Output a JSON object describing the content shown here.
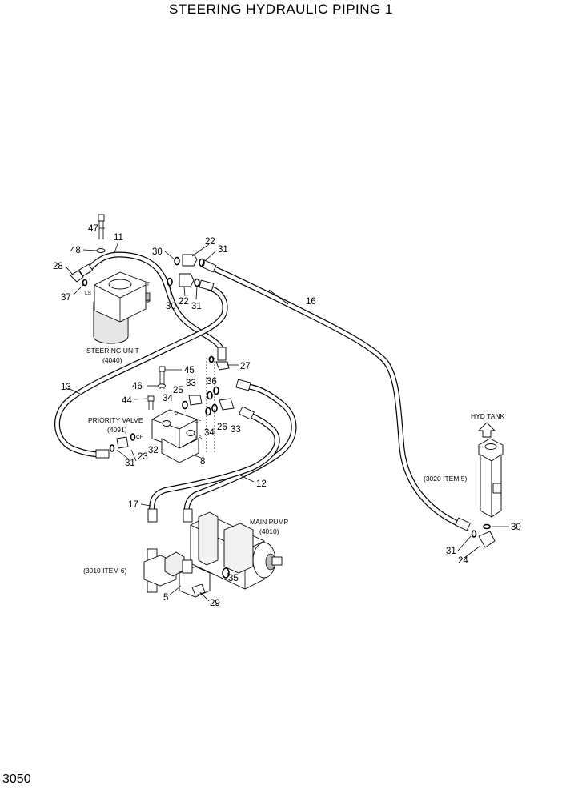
{
  "title": "STEERING HYDRAULIC PIPING 1",
  "page_number": "3050",
  "components": {
    "steering_unit": {
      "name": "STEERING UNIT",
      "code": "(4040)",
      "ports": [
        "LS",
        "T",
        "P"
      ]
    },
    "priority_valve": {
      "name": "PRIORITY VALVE",
      "code": "(4091)",
      "ports": [
        "CF",
        "P",
        "EF",
        "LS"
      ]
    },
    "main_pump": {
      "name": "MAIN PUMP",
      "code": "(4010)"
    },
    "hyd_tank": {
      "name": "HYD TANK",
      "ref": "(3020  ITEM 5)"
    },
    "ref_3010": "(3010 ITEM 6)"
  },
  "callouts": {
    "c47": "47",
    "c48": "48",
    "c11": "11",
    "c28": "28",
    "c37": "37",
    "c30a": "30",
    "c22a": "22",
    "c31a": "31",
    "c30b": "30",
    "c22b": "22",
    "c31b": "31",
    "c16": "16",
    "c13": "13",
    "c45": "45",
    "c46": "46",
    "c44": "44",
    "c36": "36",
    "c27": "27",
    "c33a": "33",
    "c25": "25",
    "c34a": "34",
    "c26": "26",
    "c33b": "33",
    "c34b": "34",
    "c23": "23",
    "c31c": "31",
    "c32": "32",
    "c8": "8",
    "c12": "12",
    "c17": "17",
    "c5": "5",
    "c29": "29",
    "c35": "35",
    "c30c": "30",
    "c31d": "31",
    "c24": "24"
  }
}
